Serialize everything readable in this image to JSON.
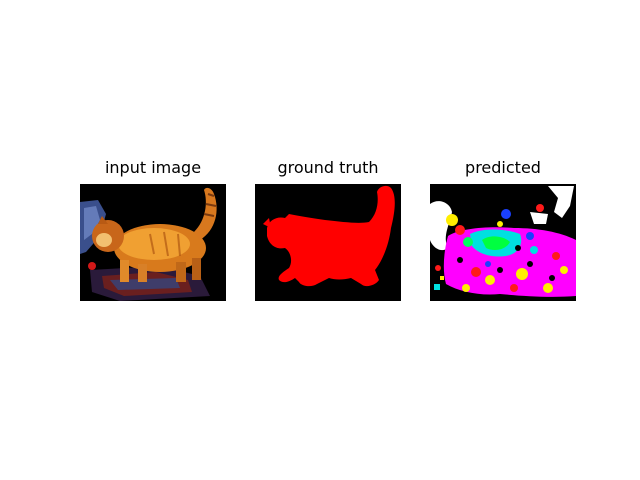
{
  "figure": {
    "panels": [
      {
        "title": "input image"
      },
      {
        "title": "ground truth"
      },
      {
        "title": "predicted"
      }
    ]
  }
}
